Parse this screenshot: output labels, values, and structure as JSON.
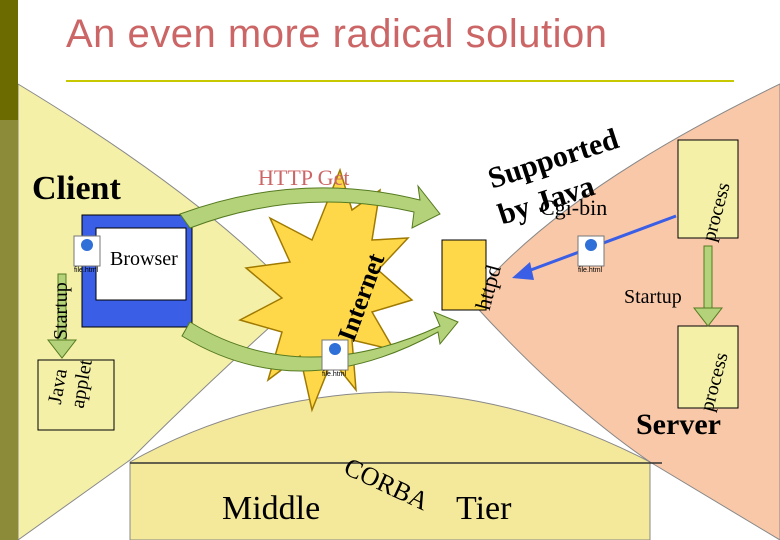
{
  "slide": {
    "title": "An even more radical solution",
    "client_label": "Client",
    "server_label": "Server",
    "middle_label": "Middle",
    "tier_label": "Tier",
    "http_get_label": "HTTP Get",
    "browser_label": "Browser",
    "internet_label": "Internet",
    "httpd_label": "httpd",
    "cgi_bin_label": "Cgi-bin",
    "startup_left_label": "Startup",
    "startup_right_label": "Startup",
    "java_applet_line1": "Java",
    "java_applet_line2": "applet",
    "supported_word1": "Supported",
    "supported_word2": "by Java",
    "process_top_label": "process",
    "process_bottom_label": "process",
    "corba_label": "CORBA",
    "file_icon_caption": "file.html"
  },
  "colors": {
    "title": "#cc6666",
    "client_region": "#f4f0a8",
    "server_region": "#f9c8a8",
    "internet_burst": "#ffd84a",
    "middle_region": "#f4e89a",
    "arrow_fill": "#b4d27a",
    "accent_rule": "#c8c800"
  }
}
